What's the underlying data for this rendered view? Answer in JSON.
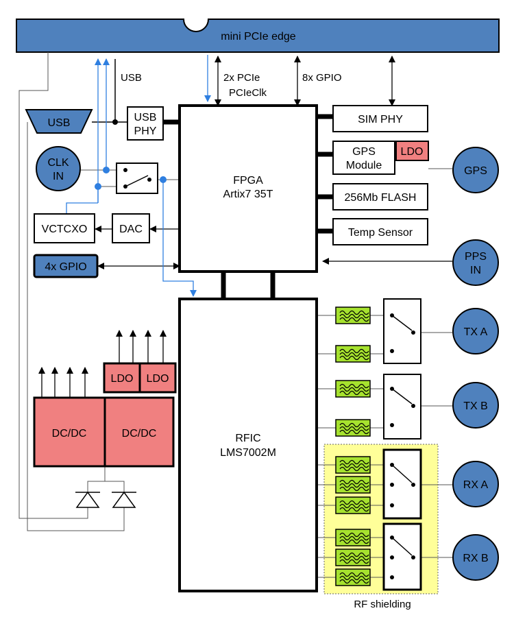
{
  "edge": {
    "label": "mini PCIe edge"
  },
  "signals": {
    "usb": "USB",
    "pcie": "2x PCIe",
    "pcieclk": "PCIeClk",
    "gpio8": "8x GPIO"
  },
  "blocks": {
    "fpga_line1": "FPGA",
    "fpga_line2": "Artix7 35T",
    "rfic_line1": "RFIC",
    "rfic_line2": "LMS7002M",
    "usb_phy_line1": "USB",
    "usb_phy_line2": "PHY",
    "sim_phy": "SIM PHY",
    "gps_module_line1": "GPS",
    "gps_module_line2": "Module",
    "flash": "256Mb FLASH",
    "temp_sensor": "Temp Sensor",
    "vctcxo": "VCTCXO",
    "dac": "DAC",
    "ldo": "LDO",
    "dcdc": "DC/DC"
  },
  "connectors": {
    "usb": "USB",
    "clk_in_line1": "CLK",
    "clk_in_line2": "IN",
    "gpio4": "4x GPIO",
    "gps": "GPS",
    "pps_in_line1": "PPS",
    "pps_in_line2": "IN",
    "tx_a": "TX A",
    "tx_b": "TX B",
    "rx_a": "RX A",
    "rx_b": "RX B"
  },
  "shielding": {
    "label": "RF shielding",
    "color": "#ffff99"
  },
  "colors": {
    "connector": "#4f81bd",
    "power": "#f08080",
    "filter": "#a6e22e",
    "clock_line": "#2f7fe0"
  },
  "icons": {
    "filter": "saw-filter-icon",
    "switch": "rf-switch-icon",
    "diode": "diode-icon"
  }
}
